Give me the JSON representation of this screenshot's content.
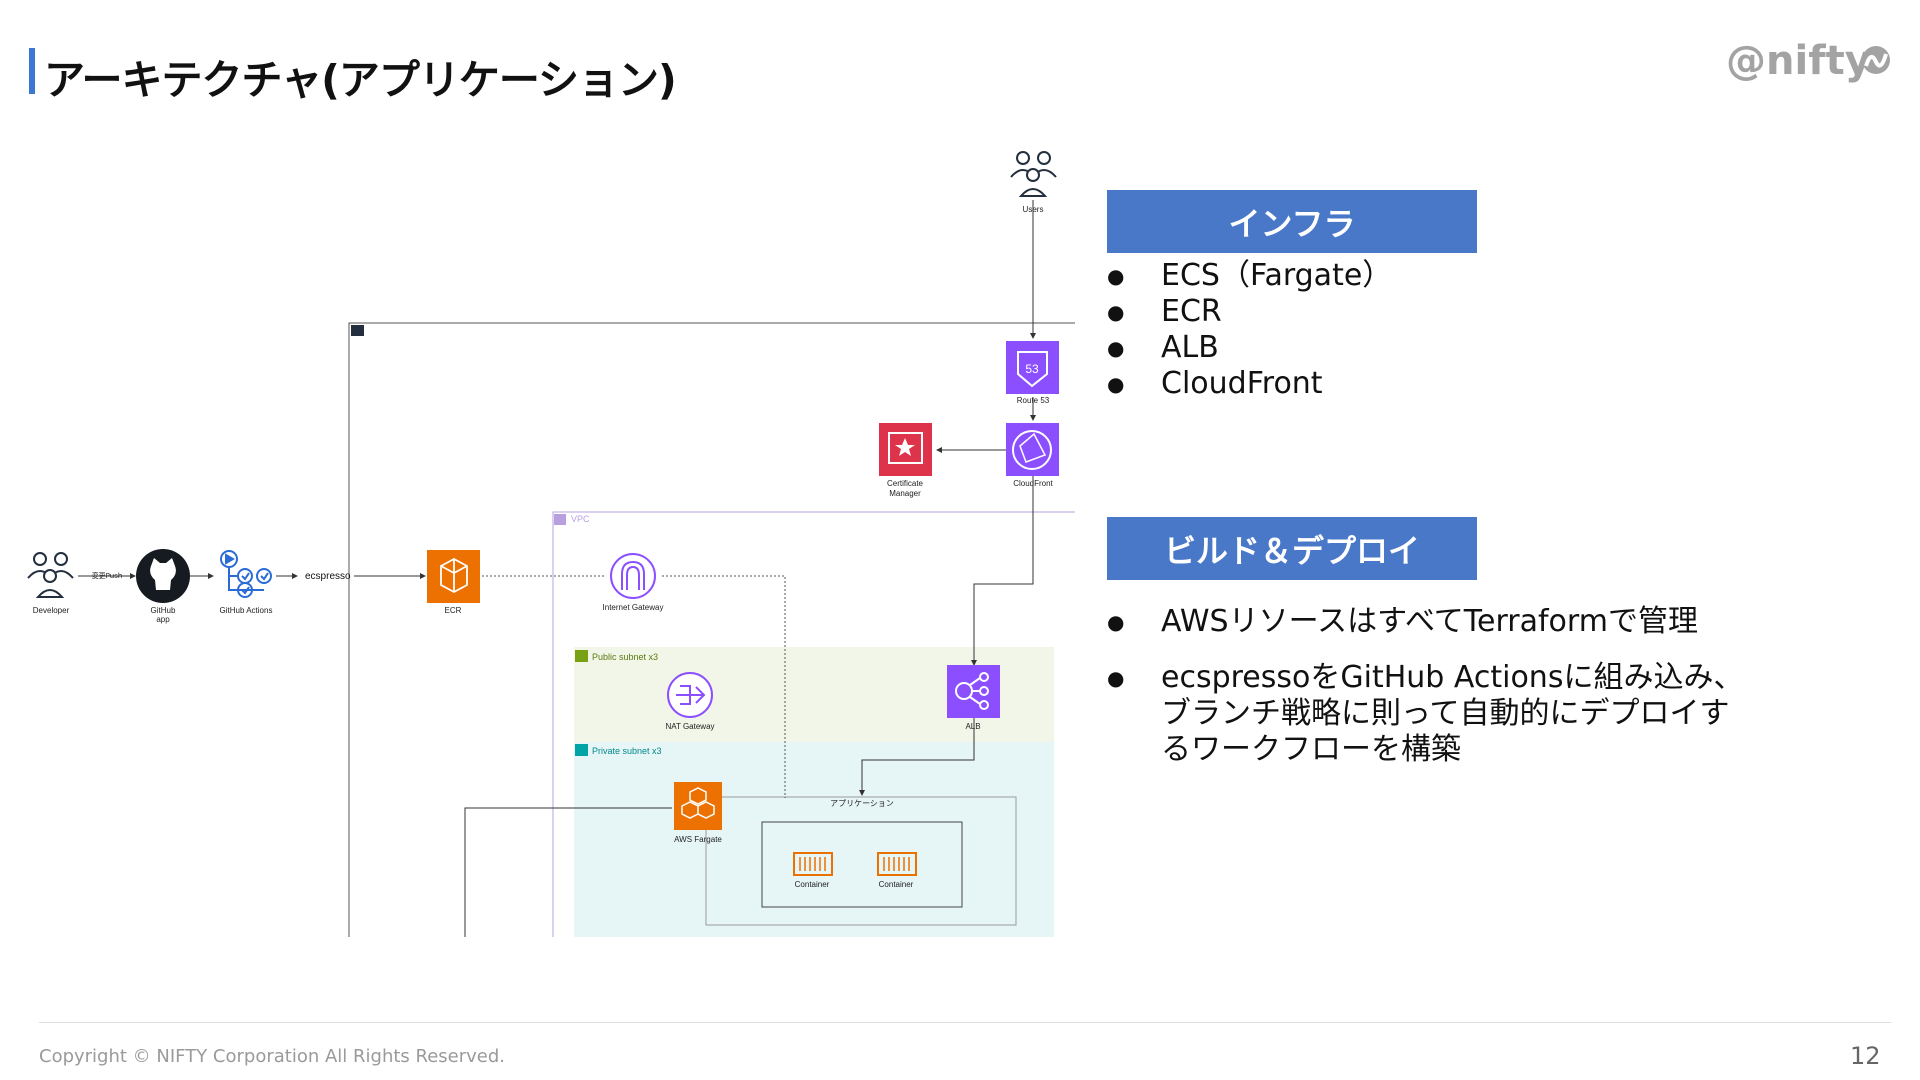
{
  "title": "アーキテクチャ(アプリケーション)",
  "logo": "@nifty",
  "infra": {
    "header": "インフラ",
    "items": [
      "ECS（Fargate）",
      "ECR",
      "ALB",
      "CloudFront"
    ]
  },
  "build": {
    "header": "ビルド＆デプロイ",
    "items": [
      "AWSリソースはすべてTerraformで管理",
      "ecspressoをGitHub Actionsに組み込み、ブランチ戦略に則って自動的にデプロイするワークフローを構築"
    ]
  },
  "diagram": {
    "users": "Users",
    "route53": "Route 53",
    "route53_badge": "53",
    "cloudfront": "CloudFront",
    "cert_manager_1": "Certificate",
    "cert_manager_2": "Manager",
    "vpc": "VPC",
    "developer": "Developer",
    "push_label": "変更Push",
    "github_1": "GitHub",
    "github_2": "app",
    "github_actions": "GitHub Actions",
    "ecspresso": "ecspresso",
    "ecr": "ECR",
    "internet_gateway": "Internet Gateway",
    "public_subnet": "Public subnet x3",
    "private_subnet": "Private subnet x3",
    "nat_gateway": "NAT Gateway",
    "alb": "ALB",
    "fargate": "AWS Fargate",
    "application": "アプリケーション",
    "container_1": "Container",
    "container_2": "Container"
  },
  "footer": {
    "copyright": "Copyright © NIFTY Corporation All Rights Reserved.",
    "page": "12"
  },
  "colors": {
    "accent": "#3b78d4",
    "section_header": "#4a78c9",
    "aws_orange": "#ed7100",
    "aws_purple": "#8c4fff",
    "aws_red": "#dd344c",
    "public_subnet_bg": "#f2f6e8",
    "private_subnet_bg": "#e6f6f7"
  }
}
